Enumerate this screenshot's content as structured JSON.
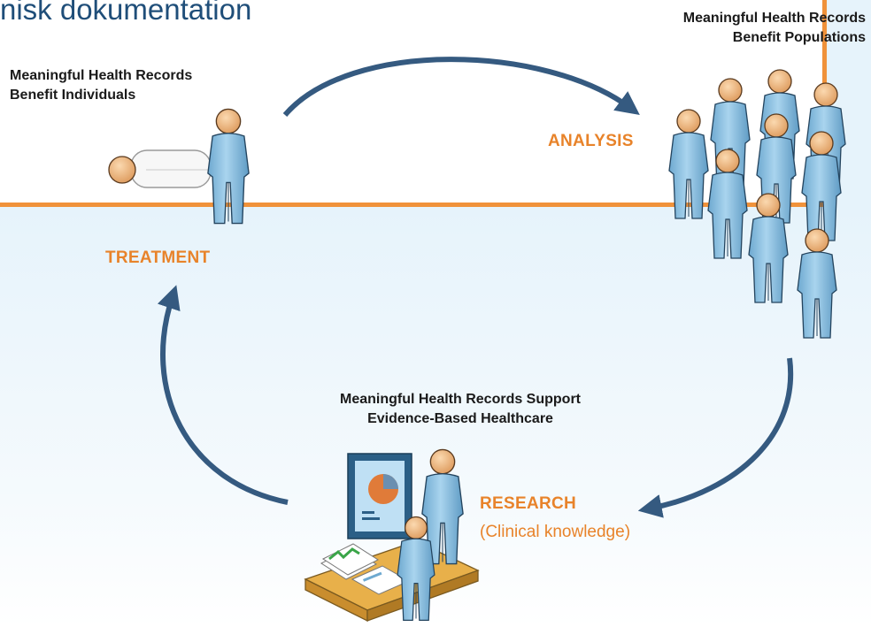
{
  "title": "nisk dokumentation",
  "captions": {
    "individuals": [
      "Meaningful Health Records",
      "Benefit Individuals"
    ],
    "populations": [
      "Meaningful Health Records",
      "Benefit Populations"
    ],
    "evidence": [
      "Meaningful Health Records Support",
      "Evidence-Based Healthcare"
    ]
  },
  "stages": {
    "analysis": "ANALYSIS",
    "treatment": "TREATMENT",
    "research": "RESEARCH",
    "research_sub": "(Clinical knowledge)"
  },
  "colors": {
    "arrow": "#355a80",
    "accent_orange": "#e8832a",
    "divider": "#f0923a",
    "figure_body": "#8fc3e2",
    "figure_head": "#f1b67a"
  }
}
